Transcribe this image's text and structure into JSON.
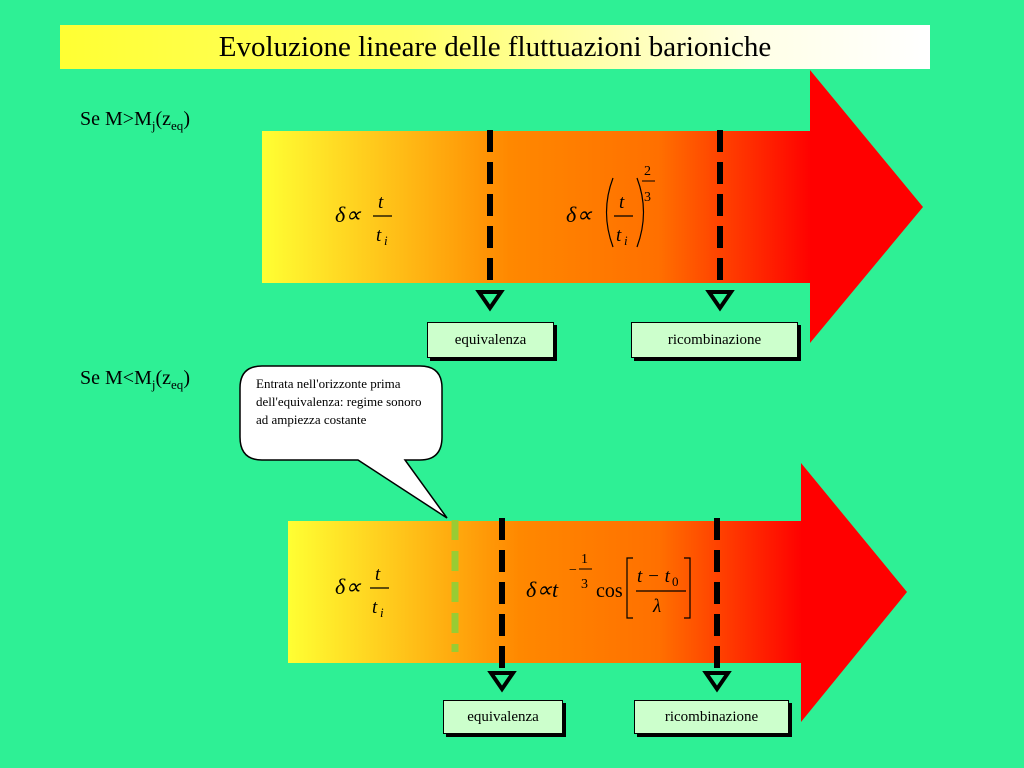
{
  "title": "Evoluzione lineare delle fluttuazioni barioniche",
  "section1": {
    "condition": {
      "prefix": "Se M>M",
      "sub1": "j",
      "mid": "(z",
      "sub2": "eq",
      "suffix": ")"
    },
    "formula_left": {
      "symbol": "δ∝",
      "numerator": "t",
      "denominator": "t",
      "den_sub": "i"
    },
    "formula_right": {
      "symbol": "δ∝",
      "numerator": "t",
      "denominator": "t",
      "den_sub": "i",
      "exp_num": "2",
      "exp_den": "3"
    },
    "label_equivalence": "equivalenza",
    "label_recombination": "ricombinazione"
  },
  "section2": {
    "condition": {
      "prefix": "Se M<M",
      "sub1": "j",
      "mid": "(z",
      "sub2": "eq",
      "suffix": ")"
    },
    "callout": "Entrata nell'orizzonte prima dell'equivalenza: regime sonoro ad ampiezza costante",
    "formula_left": {
      "symbol": "δ∝",
      "numerator": "t",
      "denominator": "t",
      "den_sub": "i"
    },
    "formula_right": {
      "symbol": "δ∝t",
      "exp_sign": "−",
      "exp_num": "1",
      "exp_den": "3",
      "func": "cos",
      "numerator": "t − t",
      "num_sub": "0",
      "denominator": "λ"
    },
    "label_equivalence": "equivalenza",
    "label_recombination": "ricombinazione"
  },
  "colors": {
    "background": "#2EF095",
    "arrow_start": "#FFFF33",
    "arrow_end": "#FF0000",
    "box": "#CCFFCC",
    "horizon_marker": "#99CC33"
  }
}
